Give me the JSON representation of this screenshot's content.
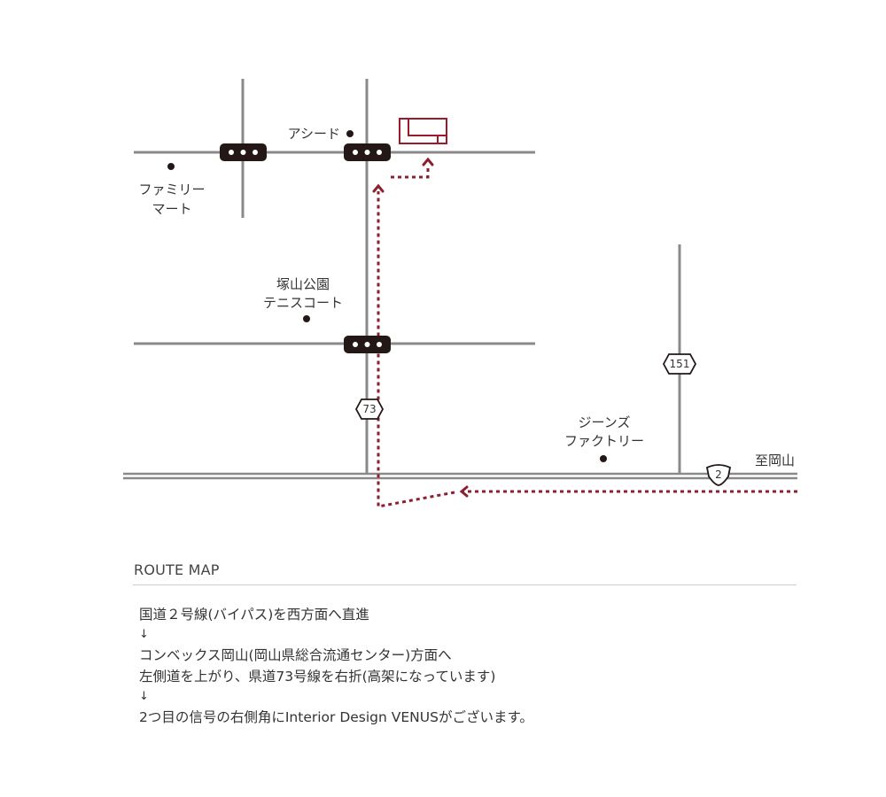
{
  "map": {
    "landmarks": {
      "ashido": "アシード",
      "familymart_line1": "ファミリー",
      "familymart_line2": "マート",
      "tennis_line1": "塚山公園",
      "tennis_line2": "テニスコート",
      "jeans_line1": "ジーンズ",
      "jeans_line2": "ファクトリー",
      "to_okayama": "至岡山"
    },
    "route_shields": {
      "prefectural_73": "73",
      "route_151": "151",
      "national_2": "2"
    },
    "colors": {
      "road": "#8a8a8a",
      "route": "#8b2030",
      "destination": "#9b1b2a",
      "signal": "#231815"
    }
  },
  "section": {
    "title": "ROUTE MAP"
  },
  "directions": {
    "step1": "国道２号線(バイパス)を西方面へ直進",
    "arrow1": "↓",
    "step2": "コンベックス岡山(岡山県総合流通センター)方面へ",
    "step3": "左側道を上がり、県道73号線を右折(高架になっています)",
    "arrow2": "↓",
    "step4": "2つ目の信号の右側角にInterior Design VENUSがございます。"
  }
}
